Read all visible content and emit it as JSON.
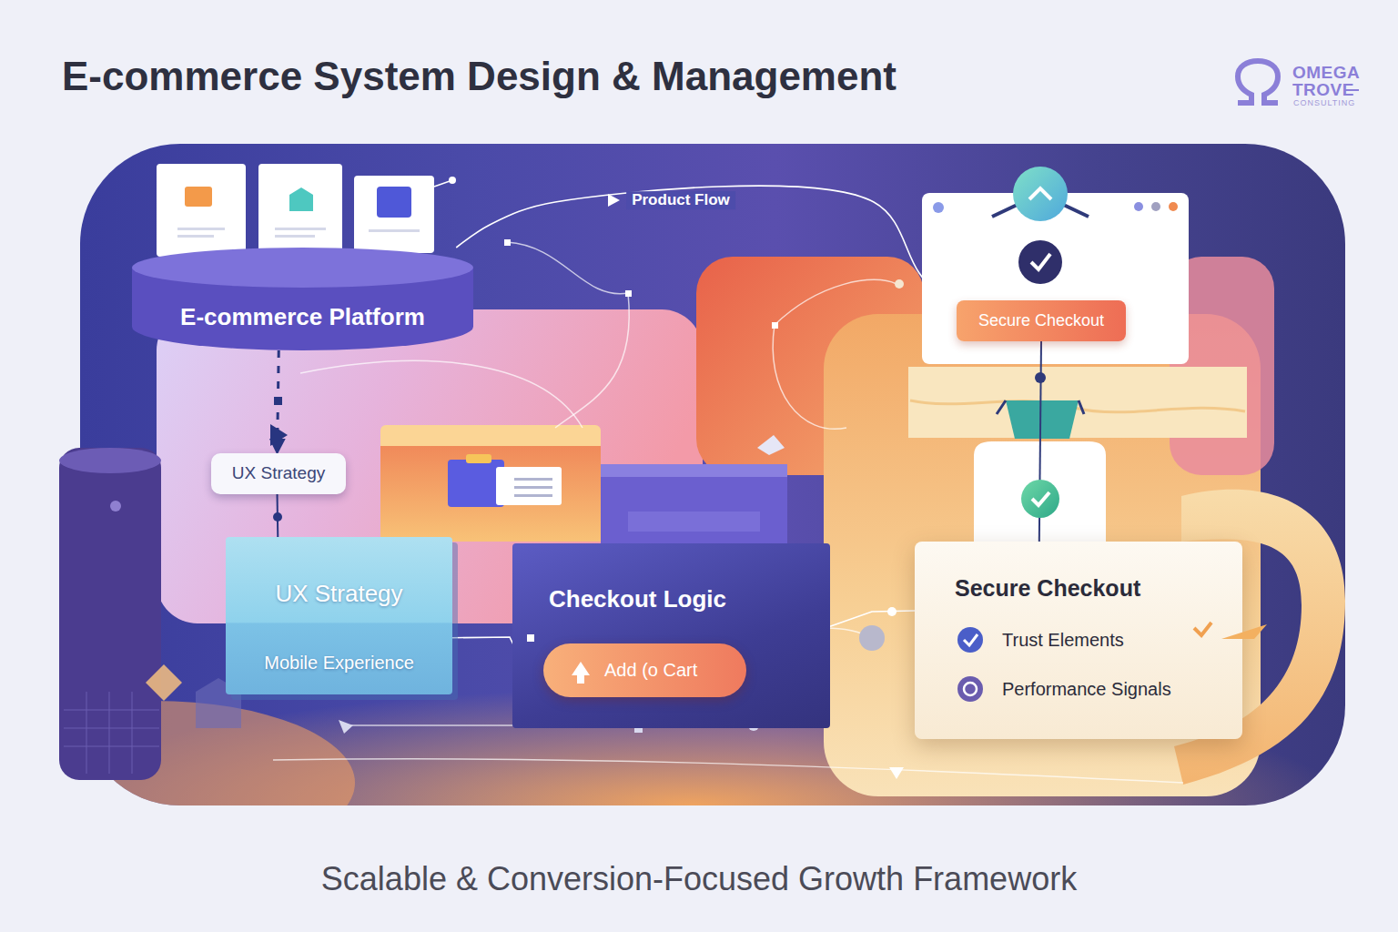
{
  "diagram": {
    "title": "E-commerce System Design & Management",
    "caption": "Scalable & Conversion-Focused Growth Framework",
    "nodes": [
      {
        "text": [
          "E-commerce Platform"
        ]
      },
      {
        "text": [
          "UX Strategy"
        ]
      },
      {
        "text": [
          "UX Strategy",
          "Mobile Experience"
        ]
      },
      {
        "text": [
          "Checkout Logic"
        ]
      },
      {
        "text": [
          "Add (o Cart"
        ],
        "in": 3
      },
      {
        "text": [
          "Secure Checkout"
        ]
      },
      {
        "text": [
          "Secure Checkout",
          "Trust Elements",
          "Performance Signals"
        ]
      }
    ],
    "edges": [
      {
        "from": 0,
        "to": 5,
        "label": "Product Flow",
        "arrow": "to"
      },
      {
        "from": 0,
        "to": 1,
        "arrow": "to"
      },
      {
        "from": 1,
        "to": 2,
        "arrow": "none"
      },
      {
        "from": 2,
        "to": 4,
        "arrow": "none"
      },
      {
        "from": 3,
        "to": 6,
        "arrow": "none"
      },
      {
        "from": 5,
        "to": 6,
        "arrow": "none"
      }
    ],
    "labels": [
      "OMEGA",
      "TROVE",
      "CONSULTING"
    ]
  }
}
